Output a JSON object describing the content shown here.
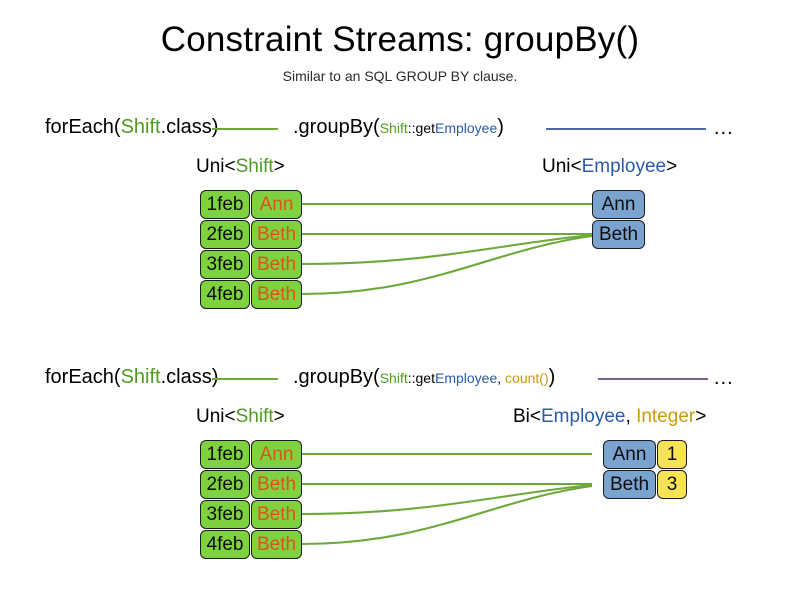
{
  "header": {
    "title": "Constraint Streams: groupBy()",
    "subtitle": "Similar to an SQL GROUP BY clause."
  },
  "colors": {
    "green": "#4F9B23",
    "blue": "#2B5BA8",
    "gold": "#C99A09",
    "black": "#000000",
    "box_green": "#7ED13F",
    "box_blue": "#7BA3D0",
    "box_yellow": "#F8E353",
    "name_orange": "#E0521B",
    "line_green": "#6FA83A",
    "line_blue": "#51689E",
    "line_purple": "#7A5F8B"
  },
  "diagrams": [
    {
      "id": "groupby-single",
      "code": {
        "foreach_open": "forEach(",
        "foreach_type": "Shift",
        "foreach_close": ".class)",
        "groupby_open": ".groupBy(",
        "mapper_type": "Shift",
        "mapper_sep": "::get",
        "mapper_prop": "Employee",
        "groupby_close": ")",
        "ellipsis": "..."
      },
      "left_label": {
        "prefix": "Uni<",
        "type": "Shift",
        "suffix": ">"
      },
      "right_label": {
        "prefix": "Uni<",
        "type": "Employee",
        "suffix": ">"
      },
      "shifts": [
        {
          "date": "1feb",
          "employee": "Ann"
        },
        {
          "date": "2feb",
          "employee": "Beth"
        },
        {
          "date": "3feb",
          "employee": "Beth"
        },
        {
          "date": "4feb",
          "employee": "Beth"
        }
      ],
      "groups": [
        {
          "employee": "Ann"
        },
        {
          "employee": "Beth"
        }
      ]
    },
    {
      "id": "groupby-count",
      "code": {
        "foreach_open": "forEach(",
        "foreach_type": "Shift",
        "foreach_close": ".class)",
        "groupby_open": ".groupBy(",
        "mapper_type": "Shift",
        "mapper_sep": "::get",
        "mapper_prop": "Employee",
        "collector_sep": ", ",
        "collector": "count()",
        "groupby_close": ")",
        "ellipsis": "..."
      },
      "left_label": {
        "prefix": "Uni<",
        "type": "Shift",
        "suffix": ">"
      },
      "right_label": {
        "prefix": "Bi<",
        "type": "Employee",
        "sep": ", ",
        "type2": "Integer",
        "suffix": ">"
      },
      "shifts": [
        {
          "date": "1feb",
          "employee": "Ann"
        },
        {
          "date": "2feb",
          "employee": "Beth"
        },
        {
          "date": "3feb",
          "employee": "Beth"
        },
        {
          "date": "4feb",
          "employee": "Beth"
        }
      ],
      "groups": [
        {
          "employee": "Ann",
          "count": "1"
        },
        {
          "employee": "Beth",
          "count": "3"
        }
      ]
    }
  ]
}
